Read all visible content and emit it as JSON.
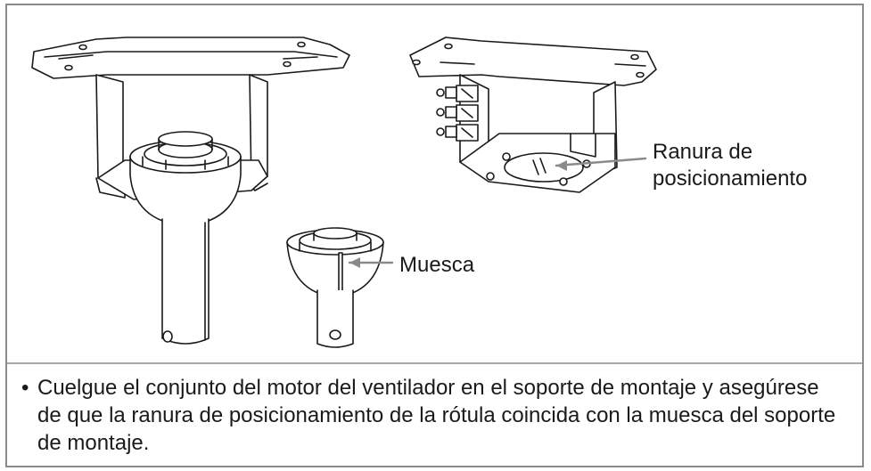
{
  "labels": {
    "slot_line1": "Ranura de",
    "slot_line2": "posicionamiento",
    "notch": "Muesca"
  },
  "caption": {
    "bullet": "•",
    "text": "Cuelgue el conjunto del motor del ventilador en el soporte de montaje y asegúrese de que la ranura de posicionamiento de la rótula coincida con la muesca del soporte de montaje."
  },
  "colors": {
    "border": "#8a8a8a",
    "line": "#1a1a1a",
    "callout_arrow": "#8a8a8a"
  }
}
